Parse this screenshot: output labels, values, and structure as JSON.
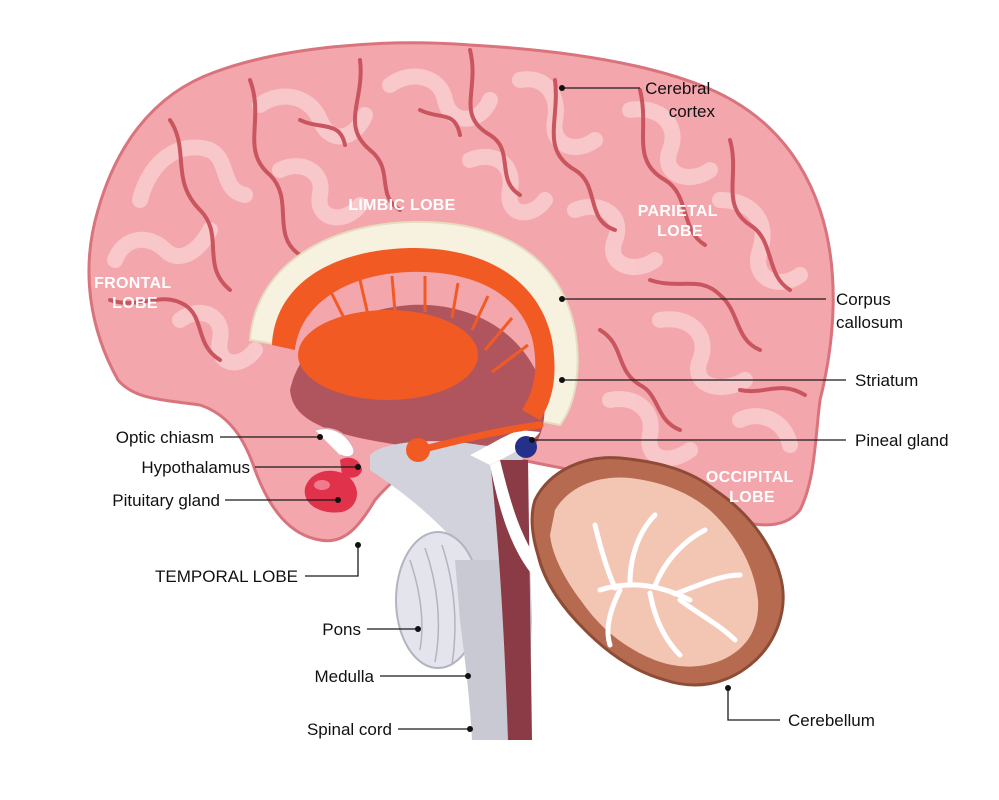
{
  "lobes": {
    "frontal": [
      "FRONTAL",
      "LOBE"
    ],
    "limbic": [
      "LIMBIC LOBE"
    ],
    "parietal": [
      "PARIETAL",
      "LOBE"
    ],
    "occipital": [
      "OCCIPITAL",
      "LOBE"
    ]
  },
  "callouts": {
    "cerebral_cortex": [
      "Cerebral",
      "cortex"
    ],
    "corpus_callosum": [
      "Corpus",
      "callosum"
    ],
    "striatum": [
      "Striatum"
    ],
    "pineal_gland": [
      "Pineal gland"
    ],
    "optic_chiasm": [
      "Optic chiasm"
    ],
    "hypothalamus": [
      "Hypothalamus"
    ],
    "pituitary_gland": [
      "Pituitary gland"
    ],
    "temporal_lobe": [
      "TEMPORAL LOBE"
    ],
    "pons": [
      "Pons"
    ],
    "medulla": [
      "Medulla"
    ],
    "spinal_cord": [
      "Spinal cord"
    ],
    "cerebellum": [
      "Cerebellum"
    ]
  },
  "colors": {
    "cortex": "#f4a6ad",
    "gyrus_highlight": "#f9c9cc",
    "sulcus": "#c9565f",
    "corpus_callosum": "#f7f1df",
    "striatum": "#f25a24",
    "brainstem": "#c9c9d3",
    "cerebellum": "#b66a50",
    "pineal": "#25308a",
    "pituitary": "#e0324a"
  }
}
